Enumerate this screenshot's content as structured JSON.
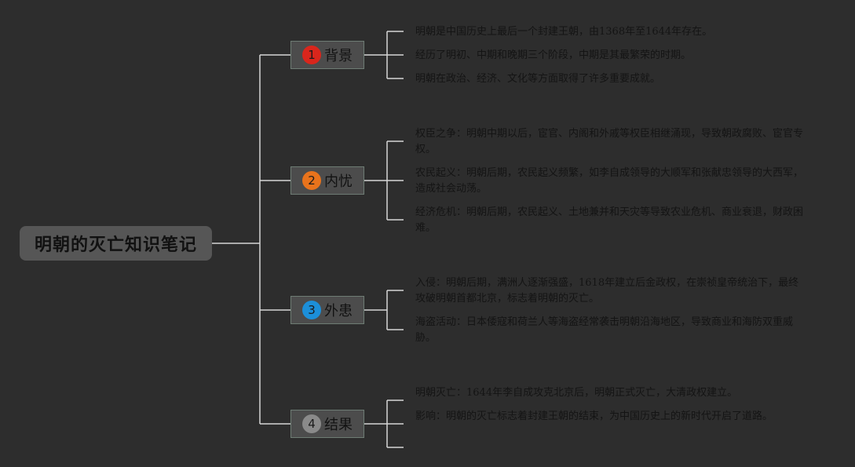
{
  "root": {
    "title": "明朝的灭亡知识笔记"
  },
  "branches": [
    {
      "number": "1",
      "label": "背景",
      "badge_color": "#d9261c",
      "items": [
        "明朝是中国历史上最后一个封建王朝，由1368年至1644年存在。",
        "经历了明初、中期和晚期三个阶段，中期是其最繁荣的时期。",
        "明朝在政治、经济、文化等方面取得了许多重要成就。"
      ]
    },
    {
      "number": "2",
      "label": "内忧",
      "badge_color": "#e8731c",
      "items": [
        "权臣之争：明朝中期以后，宦官、内阁和外戚等权臣相继涌现，导致朝政腐败、宦官专权。",
        "农民起义：明朝后期，农民起义频繁，如李自成领导的大顺军和张献忠领导的大西军，造成社会动荡。",
        "经济危机：明朝后期，农民起义、土地兼并和天灾等导致农业危机、商业衰退，财政困难。"
      ]
    },
    {
      "number": "3",
      "label": "外患",
      "badge_color": "#1c8fd9",
      "items": [
        "入侵：明朝后期，满洲人逐渐强盛，1618年建立后金政权，在崇祯皇帝统治下，最终攻破明朝首都北京，标志着明朝的灭亡。",
        "海盗活动：日本倭寇和荷兰人等海盗经常袭击明朝沿海地区，导致商业和海防双重威胁。"
      ]
    },
    {
      "number": "4",
      "label": "结果",
      "badge_color": "#8a8a8a",
      "items": [
        "明朝灭亡：1644年李自成攻克北京后，明朝正式灭亡，大清政权建立。",
        "影响：明朝的灭亡标志着封建王朝的结束，为中国历史上的新时代开启了道路。"
      ]
    }
  ]
}
